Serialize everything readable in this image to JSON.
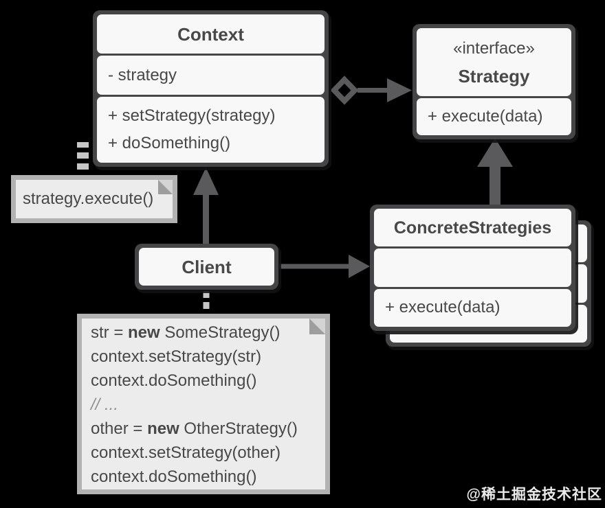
{
  "colors": {
    "background": "#000000",
    "frame": "#454548",
    "compartment": "#f8f8f8",
    "text": "#484848",
    "connector": "#5a5a5c",
    "dash": "#c6c6c6",
    "note_border": "#b2b2b2",
    "note_fill": "#ececec",
    "comment": "#909090",
    "watermark": "#ffffff"
  },
  "classes": {
    "context": {
      "title": "Context",
      "field": "- strategy",
      "method1": "+ setStrategy(strategy)",
      "method2": "+ doSomething()"
    },
    "strategy": {
      "stereotype": "«interface»",
      "title": "Strategy",
      "method": "+ execute(data)"
    },
    "concrete": {
      "title": "ConcreteStrategies",
      "method": "+ execute(data)"
    },
    "client": {
      "title": "Client"
    }
  },
  "notes": {
    "call": "strategy.execute()",
    "code": {
      "line1": {
        "pre": "str = ",
        "kw": "new",
        "post": " SomeStrategy()"
      },
      "line2": "context.setStrategy(str)",
      "line3": "context.doSomething()",
      "line4": "// ...",
      "line5": {
        "pre": "other = ",
        "kw": "new",
        "post": " OtherStrategy()"
      },
      "line6": "context.setStrategy(other)",
      "line7": "context.doSomething()"
    }
  },
  "watermark": "@稀土掘金技术社区"
}
